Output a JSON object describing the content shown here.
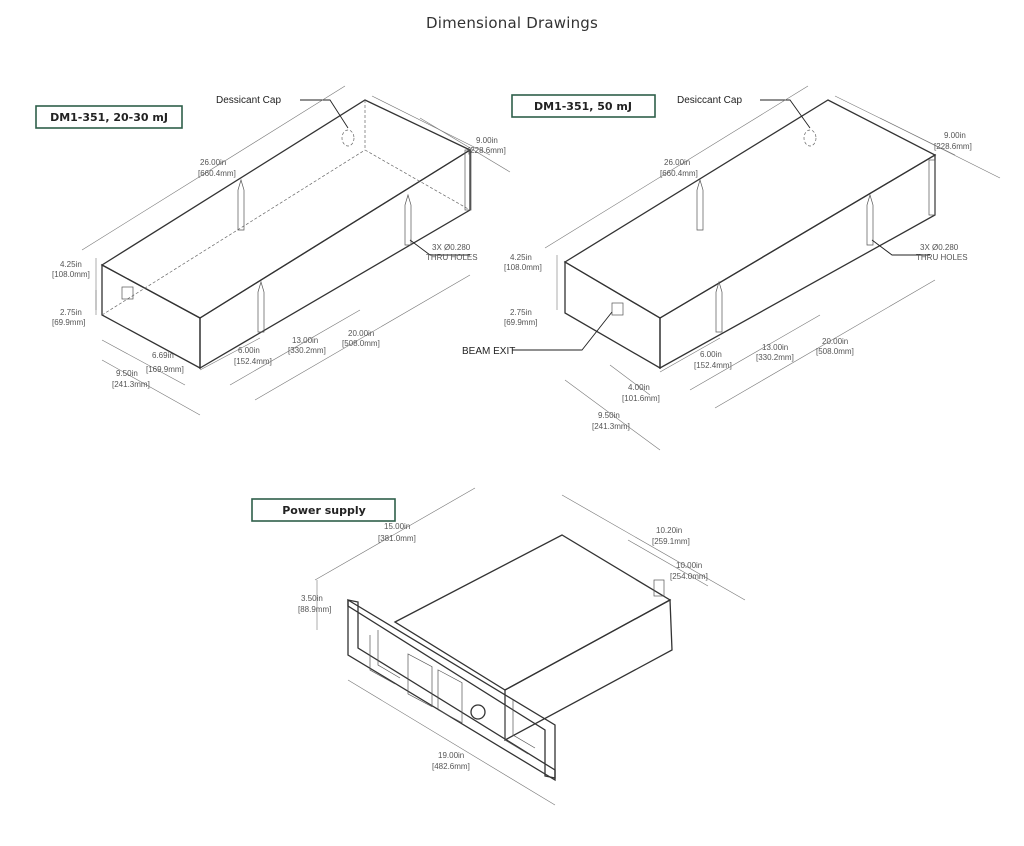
{
  "page": {
    "title": "Dimensional Drawings"
  },
  "drawing_a": {
    "title": "DM1-351, 20-30 mJ",
    "cap_label": "Dessicant Cap",
    "dims": {
      "length_in": "26.00in",
      "length_mm": "[660.4mm]",
      "depth_in": "9.00in",
      "depth_mm": "[228.6mm]",
      "height_in": "4.25in",
      "height_mm": "[108.0mm]",
      "h2_in": "2.75in",
      "h2_mm": "[69.9mm]",
      "w1_in": "6.69in",
      "w1_mm": "[169.9mm]",
      "w2_in": "9.50in",
      "w2_mm": "[241.3mm]",
      "w3_in": "6.00in",
      "w3_mm": "[152.4mm]",
      "w4_in": "13.00in",
      "w4_mm": "[330.2mm]",
      "w5_in": "20.00in",
      "w5_mm": "[508.0mm]"
    },
    "holes_1": "3X Ø0.280",
    "holes_2": "THRU HOLES"
  },
  "drawing_b": {
    "title": "DM1-351, 50 mJ",
    "cap_label": "Desiccant Cap",
    "beam_label": "BEAM EXIT",
    "dims": {
      "length_in": "26.00in",
      "length_mm": "[660.4mm]",
      "depth_in": "9.00in",
      "depth_mm": "[228.6mm]",
      "height_in": "4.25in",
      "height_mm": "[108.0mm]",
      "h2_in": "2.75in",
      "h2_mm": "[69.9mm]",
      "w1_in": "4.00in",
      "w1_mm": "[101.6mm]",
      "w2_in": "9.50in",
      "w2_mm": "[241.3mm]",
      "w3_in": "6.00in",
      "w3_mm": "[152.4mm]",
      "w4_in": "13.00in",
      "w4_mm": "[330.2mm]",
      "w5_in": "20.00in",
      "w5_mm": "[508.0mm]"
    },
    "holes_1": "3X Ø0.280",
    "holes_2": "THRU HOLES"
  },
  "drawing_c": {
    "title": "Power supply",
    "dims": {
      "len_in": "15.00in",
      "len_mm": "[381.0mm]",
      "d1_in": "10.20in",
      "d1_mm": "[259.1mm]",
      "d2_in": "10.00in",
      "d2_mm": "[254.0mm]",
      "h_in": "3.50in",
      "h_mm": "[88.9mm]",
      "w_in": "19.00in",
      "w_mm": "[482.6mm]"
    }
  }
}
